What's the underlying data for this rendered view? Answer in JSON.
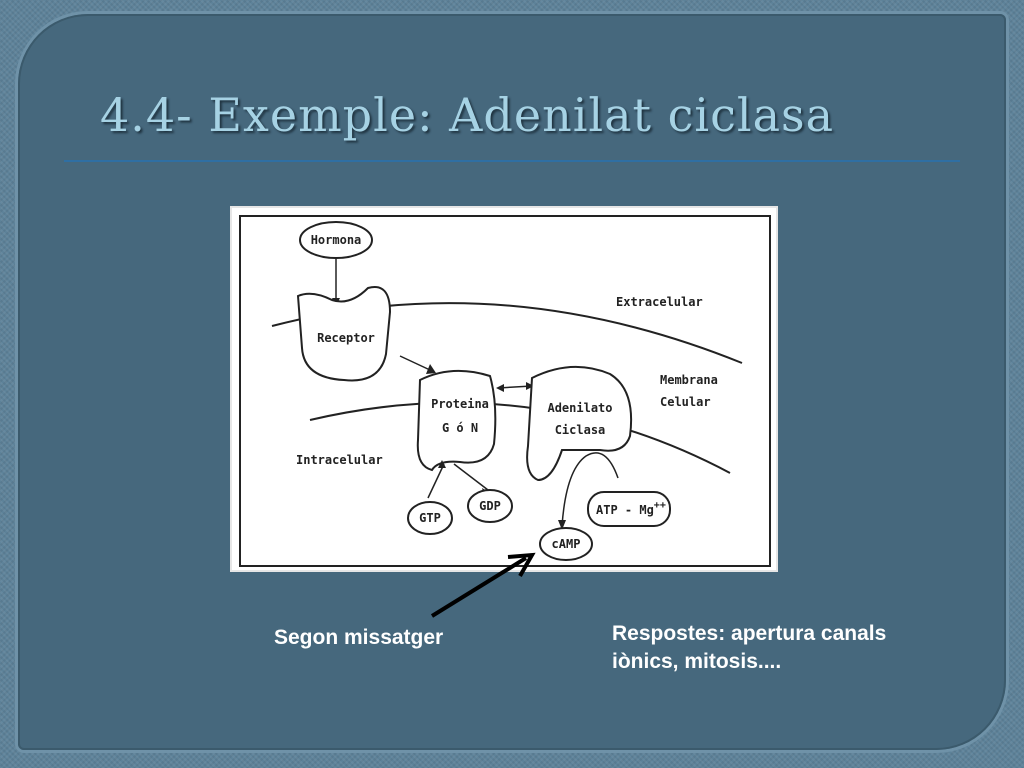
{
  "slide": {
    "title": "4.4- Exemple: Adenilat ciclasa",
    "caption_left": "Segon missatger",
    "caption_right_line1": "Respostes: apertura canals",
    "caption_right_line2": "iònics, mitosis...."
  },
  "diagram": {
    "hormona": "Hormona",
    "receptor": "Receptor",
    "extracelular": "Extracelular",
    "membrana_1": "Membrana",
    "membrana_2": "Celular",
    "intracelular": "Intracelular",
    "proteina_1": "Proteina",
    "proteina_2": "G  ó  N",
    "adenilato_1": "Adenilato",
    "adenilato_2": "Ciclasa",
    "gtp": "GTP",
    "gdp": "GDP",
    "atp": "ATP - Mg",
    "atp_sup": "++",
    "camp": "cAMP"
  },
  "colors": {
    "background": "#5d8299",
    "panel": "#46687d",
    "title": "#a6d2e4",
    "rule": "#2f6fa3",
    "caption": "#ffffff"
  }
}
